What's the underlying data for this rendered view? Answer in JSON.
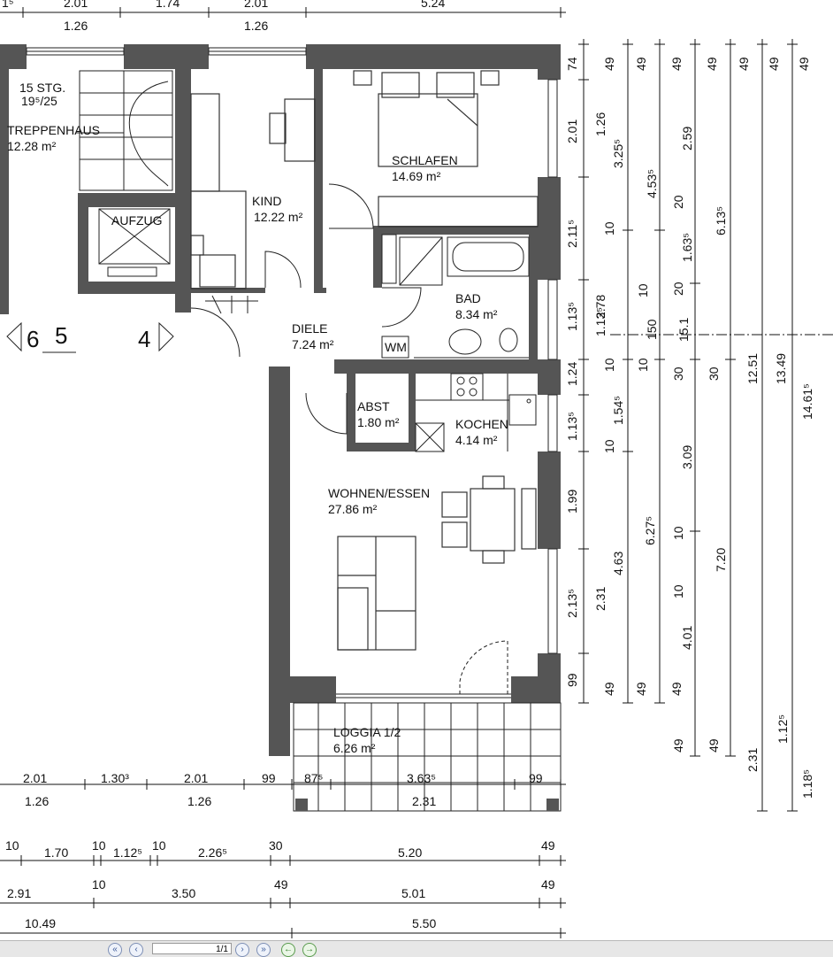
{
  "rooms": {
    "treppenhaus": {
      "name": "TREPPENHAUS",
      "area": "12.28 m²",
      "steps": "15 STG.",
      "ratio": "19⁵/25"
    },
    "aufzug": {
      "name": "AUFZUG"
    },
    "kind": {
      "name": "KIND",
      "area": "12.22 m²"
    },
    "schlafen": {
      "name": "SCHLAFEN",
      "area": "14.69 m²"
    },
    "bad": {
      "name": "BAD",
      "area": "8.34 m²"
    },
    "diele": {
      "name": "DIELE",
      "area": "7.24 m²"
    },
    "wm": {
      "name": "WM"
    },
    "abst": {
      "name": "ABST",
      "area": "1.80 m²"
    },
    "kochen": {
      "name": "KOCHEN",
      "area": "4.14 m²"
    },
    "wohnen": {
      "name": "WOHNEN/ESSEN",
      "area": "27.86 m²"
    },
    "loggia": {
      "name": "LOGGIA 1/2",
      "area": "6.26 m²"
    }
  },
  "section_marks": {
    "left_a": "6",
    "left_b": "5",
    "right": "4"
  },
  "dims_top": {
    "t1": "2.01",
    "t2": "1.74",
    "t3": "2.01",
    "t4": "5.24",
    "t5": "1.26",
    "t6": "1.26",
    "t7": "1⁵"
  },
  "dims_bottom_row1": {
    "a": "2.01",
    "b": "1.30³",
    "c": "2.01",
    "d": "99",
    "e": "87⁵",
    "f": "3.63⁵",
    "g": "99"
  },
  "dims_bottom_row2": {
    "a": "1.26",
    "b": "1.26",
    "c": "2.31"
  },
  "dims_bottom_row3": {
    "a": "10",
    "b": "1.70",
    "c": "10",
    "d": "1.12⁵",
    "e": "10",
    "f": "2.26⁵",
    "g": "30",
    "h": "5.20",
    "i": "49"
  },
  "dims_bottom_row4": {
    "a": "2.91",
    "b": "10",
    "c": "3.50",
    "d": "49",
    "e": "5.01",
    "f": "49"
  },
  "dims_bottom_row5": {
    "a": "10.49",
    "b": "5.50"
  },
  "dims_right": {
    "c1": [
      "74",
      "2.01",
      "2.11⁵",
      "1.13⁵",
      "1.24",
      "1.13⁵",
      "1.99",
      "2.13⁵",
      "99"
    ],
    "c2": [
      "49",
      "1.26",
      "2.78",
      "1.13⁵",
      "1.54⁵",
      "4.63",
      "2.31",
      "49"
    ],
    "c3": [
      "49",
      "3.25⁵",
      "10",
      "10",
      "10",
      "6.27⁵",
      "49"
    ],
    "c4": [
      "49",
      "4.53⁵",
      "10",
      "150",
      "10",
      "10",
      "49"
    ],
    "c5": [
      "49",
      "2.59",
      "20",
      "1.63⁵",
      "20",
      "30",
      "3.09",
      "10",
      "4.01",
      "49"
    ],
    "c6": [
      "49",
      "6.13⁵",
      "15.1",
      "30",
      "7.20",
      "49"
    ],
    "c7": [
      "49",
      "12.51",
      "2.31"
    ],
    "c8": [
      "49",
      "13.49",
      "1.12⁵"
    ],
    "c9": [
      "14.61⁵",
      "1.18⁵"
    ]
  },
  "viewer": {
    "page": "1/1"
  }
}
